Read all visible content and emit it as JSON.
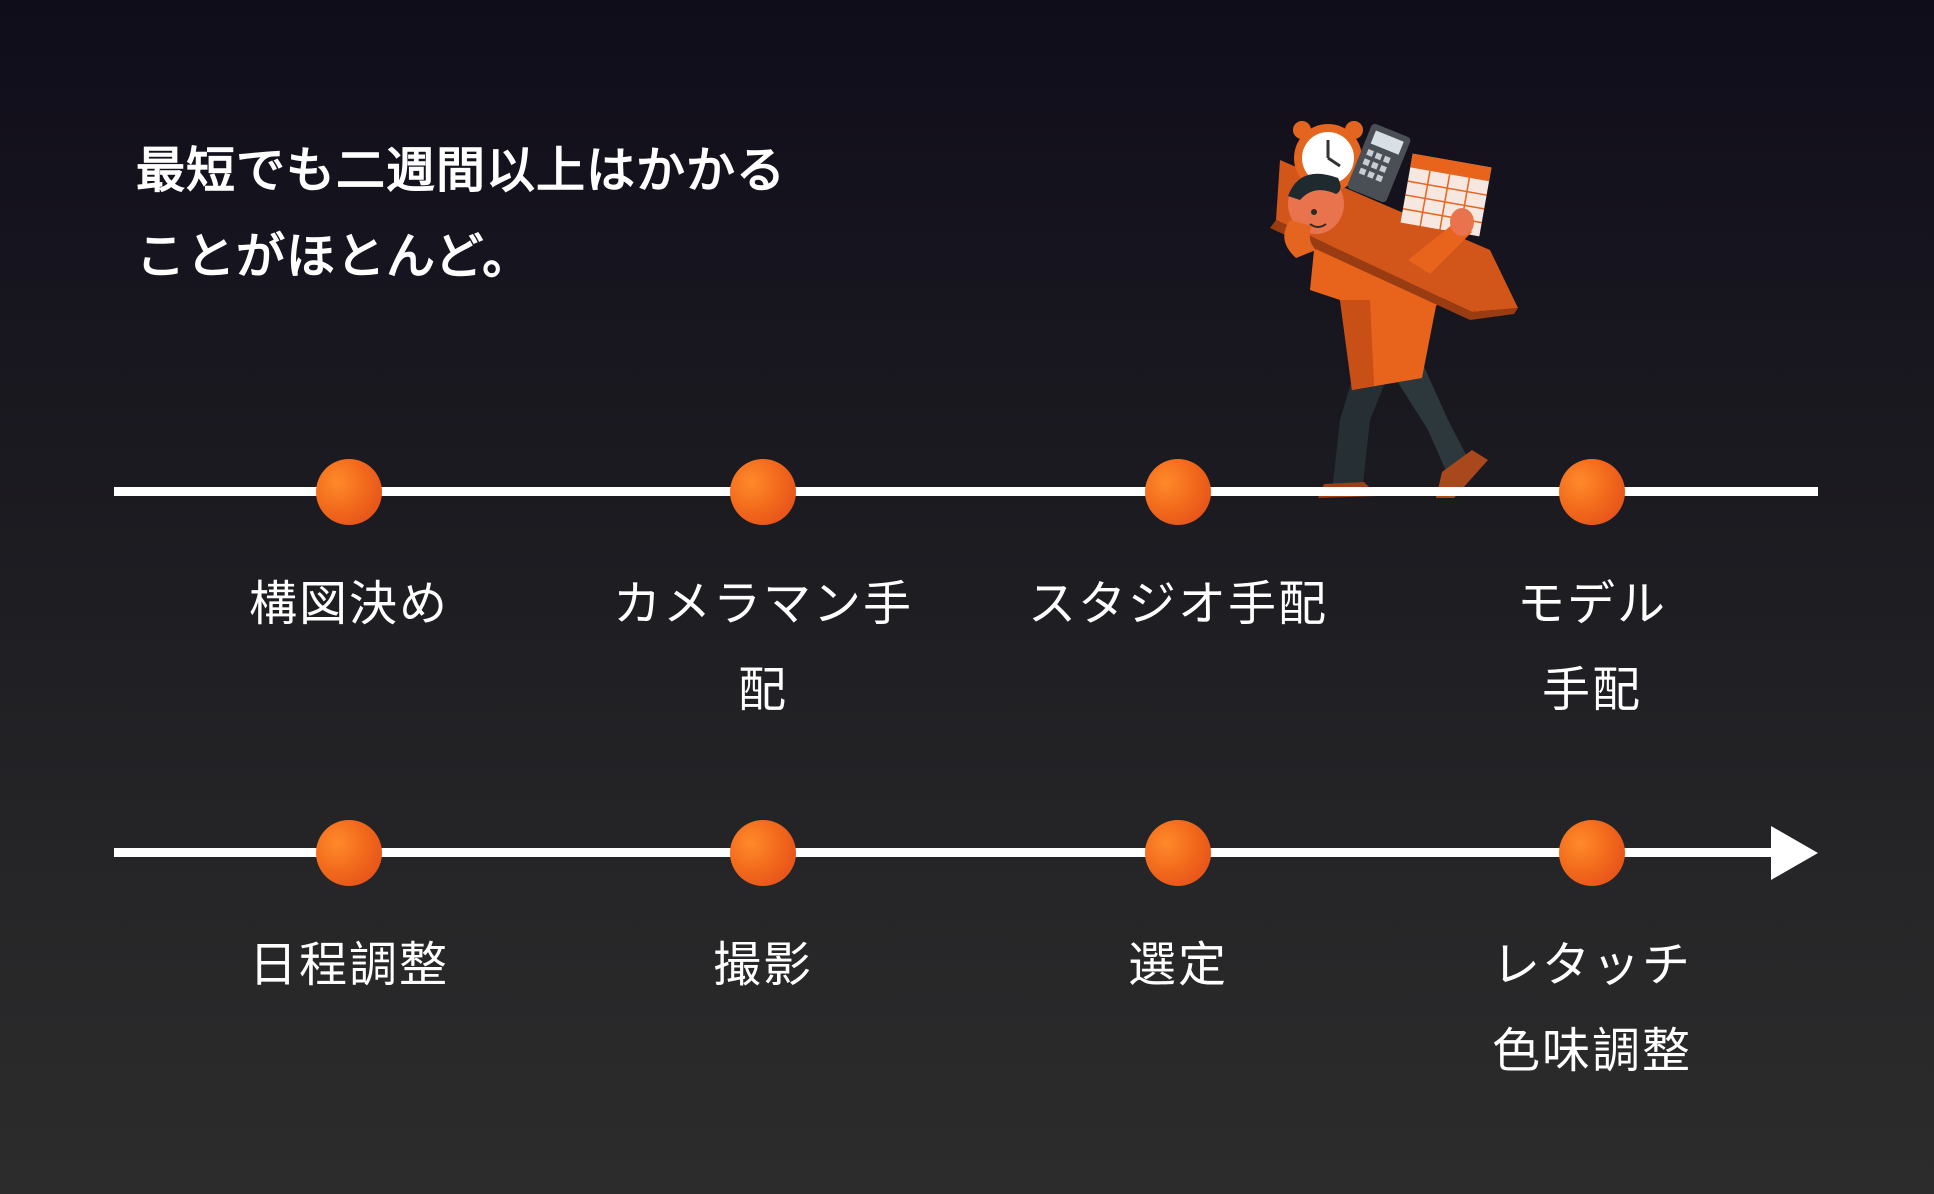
{
  "headline": {
    "line1": "最短でも二週間以上はかかる",
    "line2": "ことがほとんど。"
  },
  "steps_row1": [
    {
      "lines": [
        "構図決め"
      ]
    },
    {
      "lines": [
        "カメラマン手",
        "配"
      ]
    },
    {
      "lines": [
        "スタジオ手配"
      ]
    },
    {
      "lines": [
        "モデル",
        "手配"
      ]
    }
  ],
  "steps_row2": [
    {
      "lines": [
        "日程調整"
      ]
    },
    {
      "lines": [
        "撮影"
      ]
    },
    {
      "lines": [
        "選定"
      ]
    },
    {
      "lines": [
        "レタッチ",
        "色味調整"
      ]
    }
  ],
  "colors": {
    "accent": "#f26a1c",
    "line": "#ffffff",
    "background_top": "#100d1b",
    "background_bottom": "#2c2c2c"
  },
  "illustration": {
    "icon": "overloaded-person-illustration"
  }
}
